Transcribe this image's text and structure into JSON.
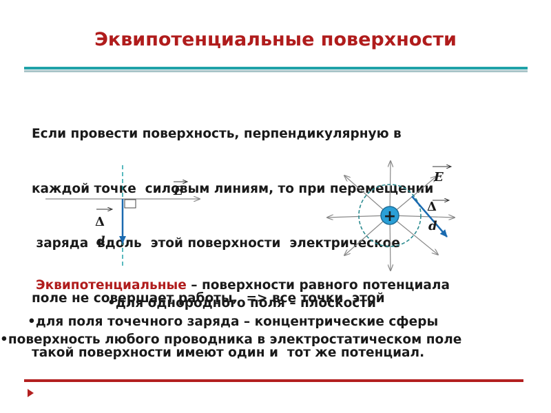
{
  "slide": {
    "title": "Эквипотенциальные поверхности",
    "paragraph": [
      "Если провести поверхность, перпендикулярную в",
      "каждой точке  силовым линиям, то при перемещении",
      " заряда  вдоль  этой поверхности  электрическое",
      "поле не совершает работы,  => все точки  этой",
      "такой поверхности имеют один и  тот же потенциал."
    ],
    "figure_left": {
      "field_label": "E",
      "delta_label": "Δ",
      "d_label": "d"
    },
    "figure_right": {
      "charge_sign": "+",
      "field_label": "E",
      "delta_label": "Δ",
      "d_label": "d"
    },
    "definition": {
      "term": "Эквипотенциальные",
      "rest": " – поверхности  равного  потенциала",
      "bullets": [
        "•для  однородного  поля – плоскости",
        "•для поля точечного заряда – концентрические сферы",
        "•поверхность  любого проводника    в электростатическом поле"
      ]
    }
  },
  "colors": {
    "title": "#b01c1c",
    "accent_teal": "#20a2a8",
    "arrow_blue": "#1a6ab0",
    "rule_red": "#b32020"
  }
}
